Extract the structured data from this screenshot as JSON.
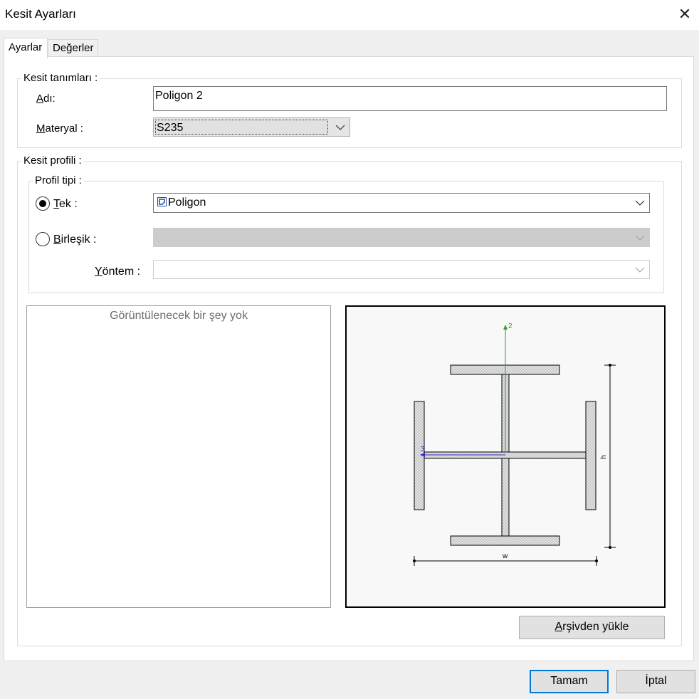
{
  "window": {
    "title": "Kesit Ayarları"
  },
  "tabs": [
    {
      "label": "Ayarlar",
      "active": true
    },
    {
      "label": "Değerler",
      "active": false
    }
  ],
  "section_definitions": {
    "legend": "Kesit tanımları :",
    "name_label_u": "A",
    "name_label_rest": "dı:",
    "name_value": "Poligon 2",
    "material_label_u": "M",
    "material_label_rest": "ateryal :",
    "material_value": "S235"
  },
  "section_profile": {
    "legend": "Kesit profili :",
    "profile_type_legend": "Profil tipi :",
    "single_label_u": "T",
    "single_label_rest": "ek :",
    "single_selected": true,
    "single_value": "Poligon",
    "single_icon": "polygon-icon",
    "composite_label_u": "B",
    "composite_label_rest": "irleşik :",
    "method_label_u": "Y",
    "method_label_rest": "öntem :"
  },
  "preview": {
    "empty_text": "Görüntülenecek bir şey yok",
    "axis_2": "2",
    "axis_3": "3",
    "dim_h": "h",
    "dim_w": "w"
  },
  "buttons": {
    "load_archive_u": "A",
    "load_archive_rest": "rşivden yükle",
    "ok": "Tamam",
    "cancel": "İptal"
  },
  "colors": {
    "accent": "#0078d7",
    "axis_y": "#2ca02c",
    "axis_z": "#3030c0"
  }
}
